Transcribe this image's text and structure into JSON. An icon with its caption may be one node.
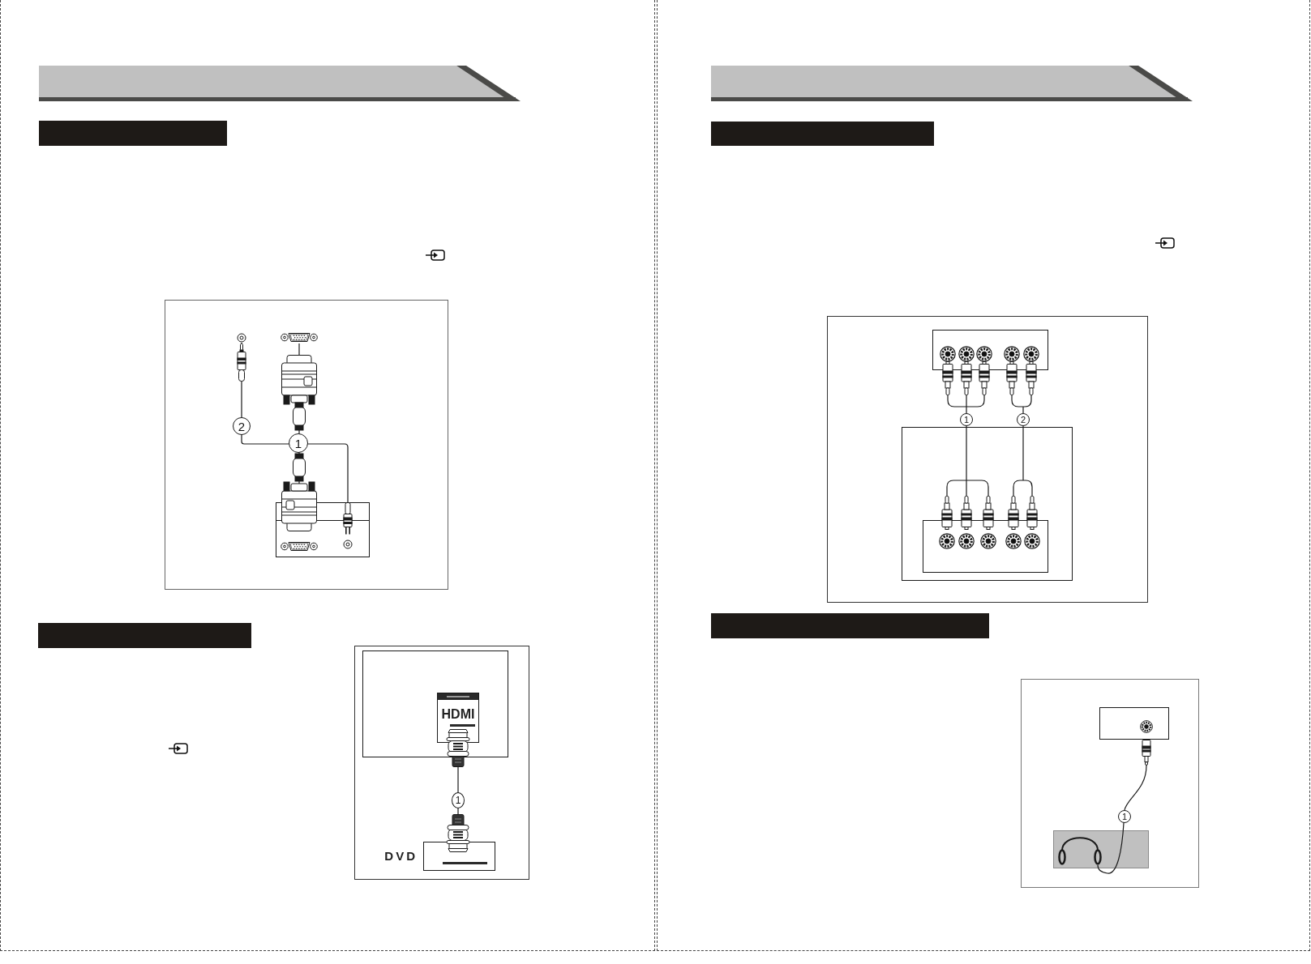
{
  "diagram": {
    "nodes": [
      {
        "text": [],
        "shape": "bar"
      },
      {
        "text": [],
        "shape": "circle"
      },
      {
        "text": [],
        "shape": "picture"
      },
      {
        "text": [],
        "shape": "box"
      },
      {
        "text": [],
        "shape": "bar"
      },
      {
        "text": [],
        "shape": "box"
      },
      {
        "text": [
          "HDMI"
        ],
        "in": 5
      },
      {
        "text": [
          "DVD"
        ]
      },
      {
        "text": [],
        "shape": "bar"
      },
      {
        "text": [],
        "shape": "box"
      },
      {
        "text": [],
        "shape": "box"
      },
      {
        "text": [],
        "shape": "box",
        "in": 10
      },
      {
        "text": [],
        "shape": "bar"
      },
      {
        "text": [],
        "shape": "box"
      },
      {
        "text": [],
        "shape": "box"
      },
      {
        "text": [],
        "shape": "picture",
        "in": 14
      }
    ],
    "edges": [
      {
        "from": 2,
        "to": 3,
        "arrow": "other",
        "label": "1"
      },
      {
        "from": 1,
        "to": 3,
        "arrow": "other",
        "label": "2"
      },
      {
        "from": 6,
        "to": 7,
        "arrow": "other",
        "label": "1"
      },
      {
        "from": 9,
        "to": 11,
        "arrow": "other",
        "label": "1"
      },
      {
        "from": 9,
        "to": 11,
        "arrow": "other",
        "label": "2"
      },
      {
        "from": 13,
        "to": 15,
        "arrow": "other",
        "label": "1"
      }
    ]
  }
}
